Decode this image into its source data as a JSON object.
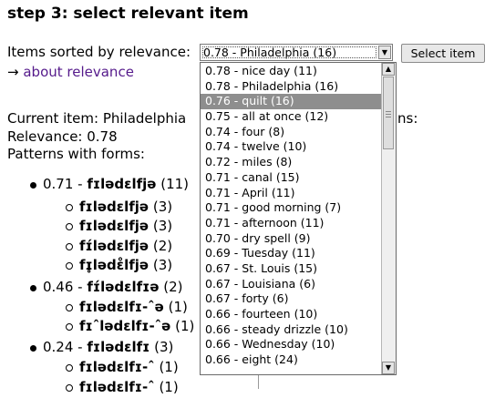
{
  "page": {
    "title": "step 3: select relevant item",
    "sorted_label": "Items sorted by relevance:",
    "about_arrow": "→",
    "about_link": "about relevance",
    "current_label": "Current item: Philadelphia",
    "relevance_label": "Relevance: 0.78",
    "patterns_label": "Patterns with forms:",
    "right_fragment": "ns:"
  },
  "select": {
    "value": "0.78 - Philadelphia (16)",
    "button_label": "Select item",
    "arrow": "▼"
  },
  "dropdown": {
    "items": [
      {
        "label": "0.78 - nice day (11)"
      },
      {
        "label": "0.78 - Philadelphia (16)"
      },
      {
        "label": "0.76 - quilt (16)",
        "selected": true
      },
      {
        "label": "0.75 - all at once (12)"
      },
      {
        "label": "0.74 - four (8)"
      },
      {
        "label": "0.74 - twelve (10)"
      },
      {
        "label": "0.72 - miles (8)"
      },
      {
        "label": "0.71 - canal (15)"
      },
      {
        "label": "0.71 - April (11)"
      },
      {
        "label": "0.71 - good morning (7)"
      },
      {
        "label": "0.71 - afternoon (11)"
      },
      {
        "label": "0.70 - dry spell (9)"
      },
      {
        "label": "0.69 - Tuesday (11)"
      },
      {
        "label": "0.67 - St. Louis (15)"
      },
      {
        "label": "0.67 - Louisiana (6)"
      },
      {
        "label": "0.67 - forty (6)"
      },
      {
        "label": "0.66 - fourteen (10)"
      },
      {
        "label": "0.66 - steady drizzle (10)"
      },
      {
        "label": "0.66 - Wednesday (10)"
      },
      {
        "label": "0.66 - eight (24)"
      }
    ],
    "scroll_up": "▲",
    "scroll_down": "▼"
  },
  "patterns": [
    {
      "level": 1,
      "score": "0.71 - ",
      "form": "fɪlədɛlfjə",
      "count": " (11)"
    },
    {
      "level": 2,
      "score": "",
      "form": "fɪlədɛlfjə",
      "count": " (3)"
    },
    {
      "level": 2,
      "score": "",
      "form": "fɪlədɛlfjə",
      "count": " (3)"
    },
    {
      "level": 2,
      "score": "",
      "form": "fɪ́lədɛlfjə",
      "count": " (2)"
    },
    {
      "level": 2,
      "score": "",
      "form": "fɪ̥lədɛ̊lfjə",
      "count": " (3)"
    },
    {
      "level": 1,
      "score": "0.46 - ",
      "form": "fɪ́lədɛlfɪə",
      "count": " (2)"
    },
    {
      "level": 2,
      "score": "",
      "form": "fɪlədɛlfɪ-ˆə",
      "count": " (1)"
    },
    {
      "level": 2,
      "score": "",
      "form": "fɪˆlədɛlfɪ-ˆə",
      "count": " (1)"
    },
    {
      "level": 1,
      "score": "0.24 - ",
      "form": "fɪlədɛlfɪ",
      "count": " (3)"
    },
    {
      "level": 2,
      "score": "",
      "form": "fɪlədɛlfɪ-ˆ",
      "count": " (1)"
    },
    {
      "level": 2,
      "score": "",
      "form": "fɪlədɛlfɪ-ˆ",
      "count": " (1)"
    }
  ]
}
